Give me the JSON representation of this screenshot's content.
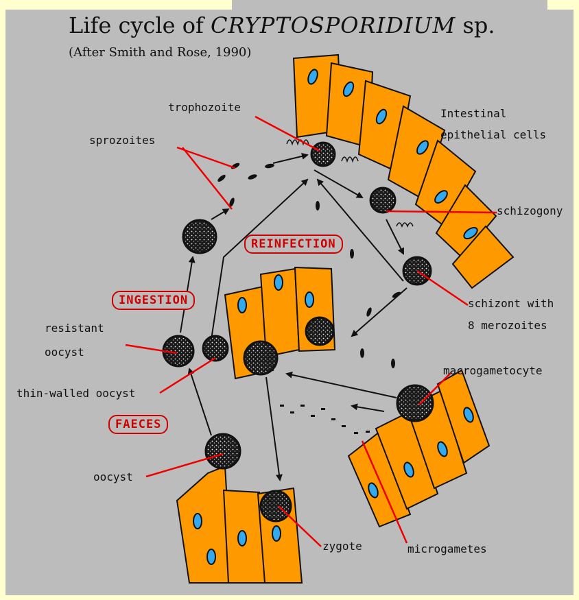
{
  "title": {
    "prefix": "Life cycle of ",
    "genus": "CRYPTOSPORIDIUM",
    "suffix": " sp.",
    "subtitle": "(After Smith and Rose, 1990)"
  },
  "labels": {
    "trophozoite": "trophozoite",
    "sprozoites": "sprozoites",
    "intestinal_1": "Intestinal",
    "intestinal_2": "epithelial cells",
    "schizogony": "schizogony",
    "schizont_1": "schizont with",
    "schizont_2": "8 merozoites",
    "resistant_1": "resistant",
    "resistant_2": "oocyst",
    "thin_walled": "thin-walled oocyst",
    "macrogametocyte": "macrogametocyte",
    "oocyst": "oocyst",
    "zygote": "zygote",
    "microgametes": "microgametes"
  },
  "stages": {
    "reinfection": "REINFECTION",
    "ingestion": "INGESTION",
    "faeces": "FAECES"
  },
  "colors": {
    "cell": "#ff9900",
    "nucleus": "#33aaee",
    "background": "#bcbcbc",
    "leader_line": "#ee0000",
    "stage_text": "#d00000"
  }
}
